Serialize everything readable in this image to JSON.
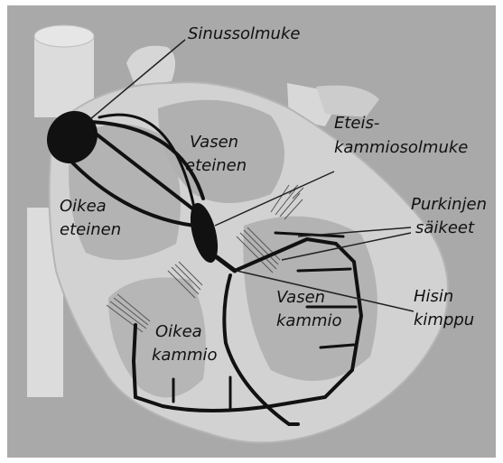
{
  "labels": {
    "sinus_node": "Sinussolmuke",
    "left_atrium_1": "Vasen",
    "left_atrium_2": "eteinen",
    "av_node_1": "Eteis-",
    "av_node_2": "kammiosolmuke",
    "right_atrium_1": "Oikea",
    "right_atrium_2": "eteinen",
    "purkinje_1": "Purkinjen",
    "purkinje_2": "säikeet",
    "left_ventricle_1": "Vasen",
    "left_ventricle_2": "kammio",
    "his_1": "Hisin",
    "his_2": "kimppu",
    "right_ventricle_1": "Oikea",
    "right_ventricle_2": "kammio"
  },
  "colors": {
    "background": "#a9a9a9",
    "frame": "#ffffff",
    "vessel": "#dcdcdc",
    "heart_light": "#d2d2d2",
    "chamber": "#b0b0b0",
    "conduction": "#111111"
  }
}
